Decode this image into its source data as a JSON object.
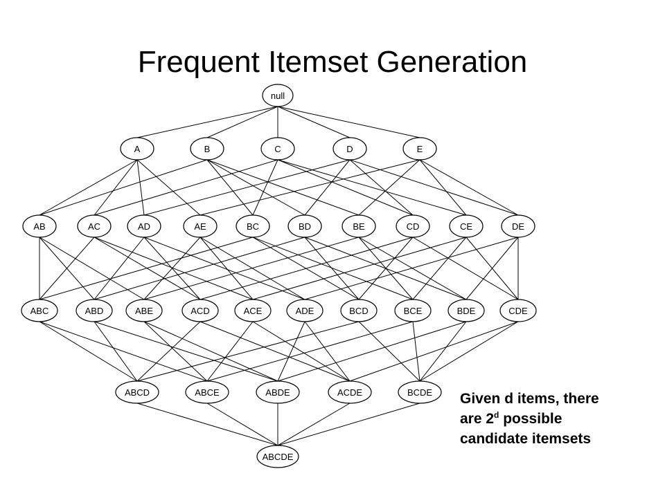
{
  "title": "Frequent Itemset Generation",
  "lattice": {
    "levels": [
      [
        "null"
      ],
      [
        "A",
        "B",
        "C",
        "D",
        "E"
      ],
      [
        "AB",
        "AC",
        "AD",
        "AE",
        "BC",
        "BD",
        "BE",
        "CD",
        "CE",
        "DE"
      ],
      [
        "ABC",
        "ABD",
        "ABE",
        "ACD",
        "ACE",
        "ADE",
        "BCD",
        "BCE",
        "BDE",
        "CDE"
      ],
      [
        "ABCD",
        "ABCE",
        "ABDE",
        "ACDE",
        "BCDE"
      ],
      [
        "ABCDE"
      ]
    ]
  },
  "caption": {
    "line1": "Given d items, there",
    "line2_prefix": "are 2",
    "line2_sup": "d",
    "line2_suffix": " possible",
    "line3": "candidate itemsets"
  }
}
